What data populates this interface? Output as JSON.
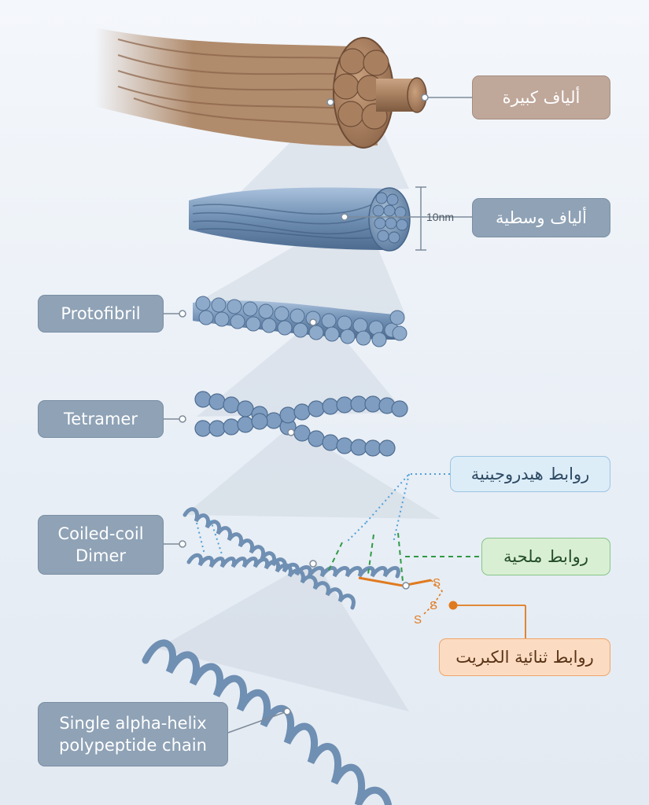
{
  "labels": {
    "large_fibers": "ألياف كبيرة",
    "intermediate_fibers": "ألياف وسطية",
    "protofibril": "Protofibril",
    "tetramer": "Tetramer",
    "coiled_coil_dimer": "Coiled-coil\nDimer",
    "hydrogen_bonds": "روابط هيدروجينية",
    "salt_bonds": "روابط ملحية",
    "disulfide_bonds": "روابط ثنائية الكبريت",
    "single_helix": "Single alpha-helix\npolypeptide chain"
  },
  "dimension": "10nm",
  "sulfur_atoms": [
    "S",
    "S",
    "S"
  ],
  "colors": {
    "gray_label": "#8fa2b6",
    "brown_label": "#bfa79a",
    "hydrogen_bond": "#4fa0d8",
    "salt_bond": "#2f9a45",
    "disulfide_bond": "#e07a1f",
    "protein_blue": "#6f8fb3",
    "fiber_brown": "#a67f5f"
  }
}
